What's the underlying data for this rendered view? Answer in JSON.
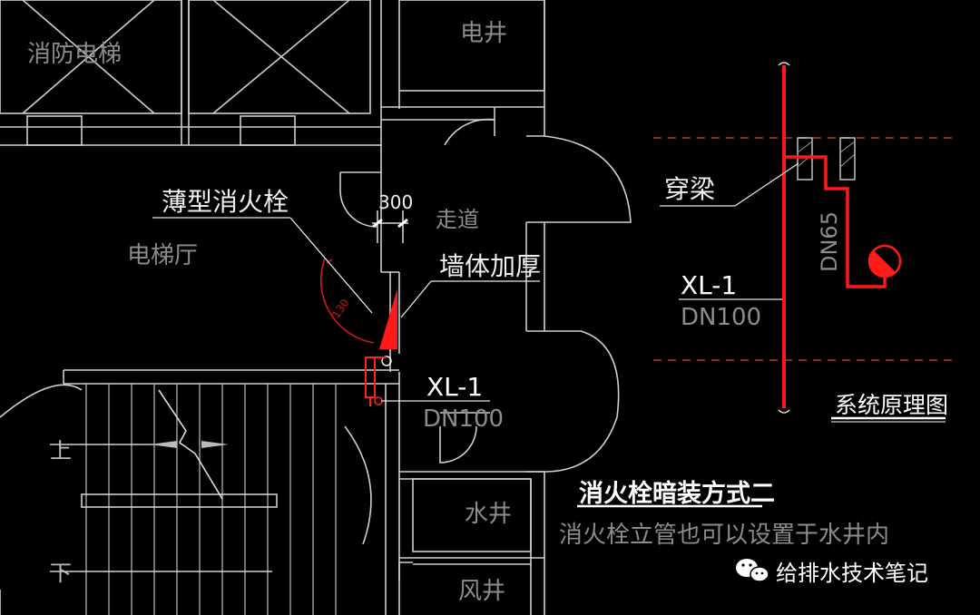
{
  "rooms": {
    "fire_elevator": "消防电梯",
    "elevator_hall": "电梯厅",
    "electric_shaft": "电井",
    "corridor": "走道",
    "water_shaft": "水井",
    "air_shaft": "风井",
    "stair_up": "上",
    "stair_down": "下"
  },
  "plan": {
    "hydrant_label": "薄型消火栓",
    "wall_thicken_label": "墙体加厚",
    "dim_300": "300",
    "arc_dim": "130",
    "riser_id": "XL-1",
    "riser_dn": "DN100"
  },
  "system": {
    "beam_label": "穿梁",
    "riser_id": "XL-1",
    "riser_dn": "DN100",
    "branch_dn": "DN65",
    "title": "系统原理图"
  },
  "caption": {
    "title": "消火栓暗装方式二",
    "subtitle": "消火栓立管也可以设置于水井内"
  },
  "watermark": {
    "text": "给排水技术笔记"
  },
  "colors": {
    "pipe": "#ff0000",
    "wall": "#c8c8c8",
    "beam_dash": "#c0392b",
    "faint_text": "#8c8c8c"
  }
}
